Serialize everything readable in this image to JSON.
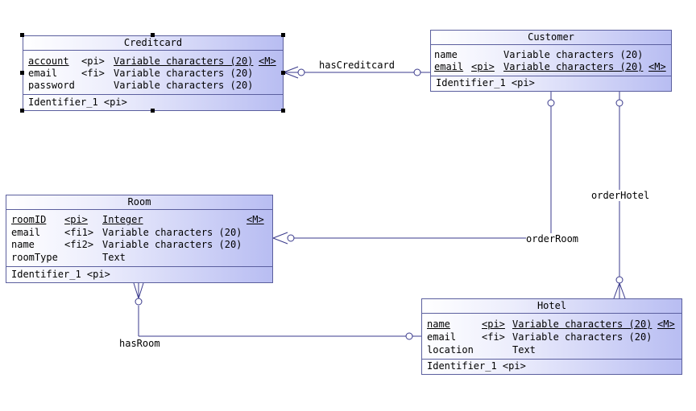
{
  "entities": {
    "creditcard": {
      "title": "Creditcard",
      "attributes": [
        {
          "name": "account",
          "key": "<pi>",
          "type": "Variable characters (20)",
          "mandatory": "<M>"
        },
        {
          "name": "email",
          "key": "<fi>",
          "type": "Variable characters (20)",
          "mandatory": ""
        },
        {
          "name": "password",
          "key": "",
          "type": "Variable characters (20)",
          "mandatory": ""
        }
      ],
      "identifier": "Identifier_1  <pi>"
    },
    "customer": {
      "title": "Customer",
      "attributes": [
        {
          "name": "name",
          "key": "",
          "type": "Variable characters (20)",
          "mandatory": ""
        },
        {
          "name": "email",
          "key": "<pi>",
          "type": "Variable characters (20)",
          "mandatory": "<M>"
        }
      ],
      "identifier": "Identifier_1  <pi>"
    },
    "room": {
      "title": "Room",
      "attributes": [
        {
          "name": "roomID",
          "key": "<pi>",
          "type": "Integer",
          "mandatory": "<M>"
        },
        {
          "name": "email",
          "key": "<fi1>",
          "type": "Variable characters (20)",
          "mandatory": ""
        },
        {
          "name": "name",
          "key": "<fi2>",
          "type": "Variable characters (20)",
          "mandatory": ""
        },
        {
          "name": "roomType",
          "key": "",
          "type": "Text",
          "mandatory": ""
        }
      ],
      "identifier": "Identifier_1  <pi>"
    },
    "hotel": {
      "title": "Hotel",
      "attributes": [
        {
          "name": "name",
          "key": "<pi>",
          "type": "Variable characters (20)",
          "mandatory": "<M>"
        },
        {
          "name": "email",
          "key": "<fi>",
          "type": "Variable characters (20)",
          "mandatory": ""
        },
        {
          "name": "location",
          "key": "",
          "type": "Text",
          "mandatory": ""
        }
      ],
      "identifier": "Identifier_1  <pi>"
    }
  },
  "relationships": {
    "hasCreditcard": "hasCreditcard",
    "orderRoom": "orderRoom",
    "orderHotel": "orderHotel",
    "hasRoom": "hasRoom"
  },
  "colors": {
    "border": "#5b5f9e",
    "line": "#3a3a8c",
    "gradient_end": "#b8bdf2"
  }
}
